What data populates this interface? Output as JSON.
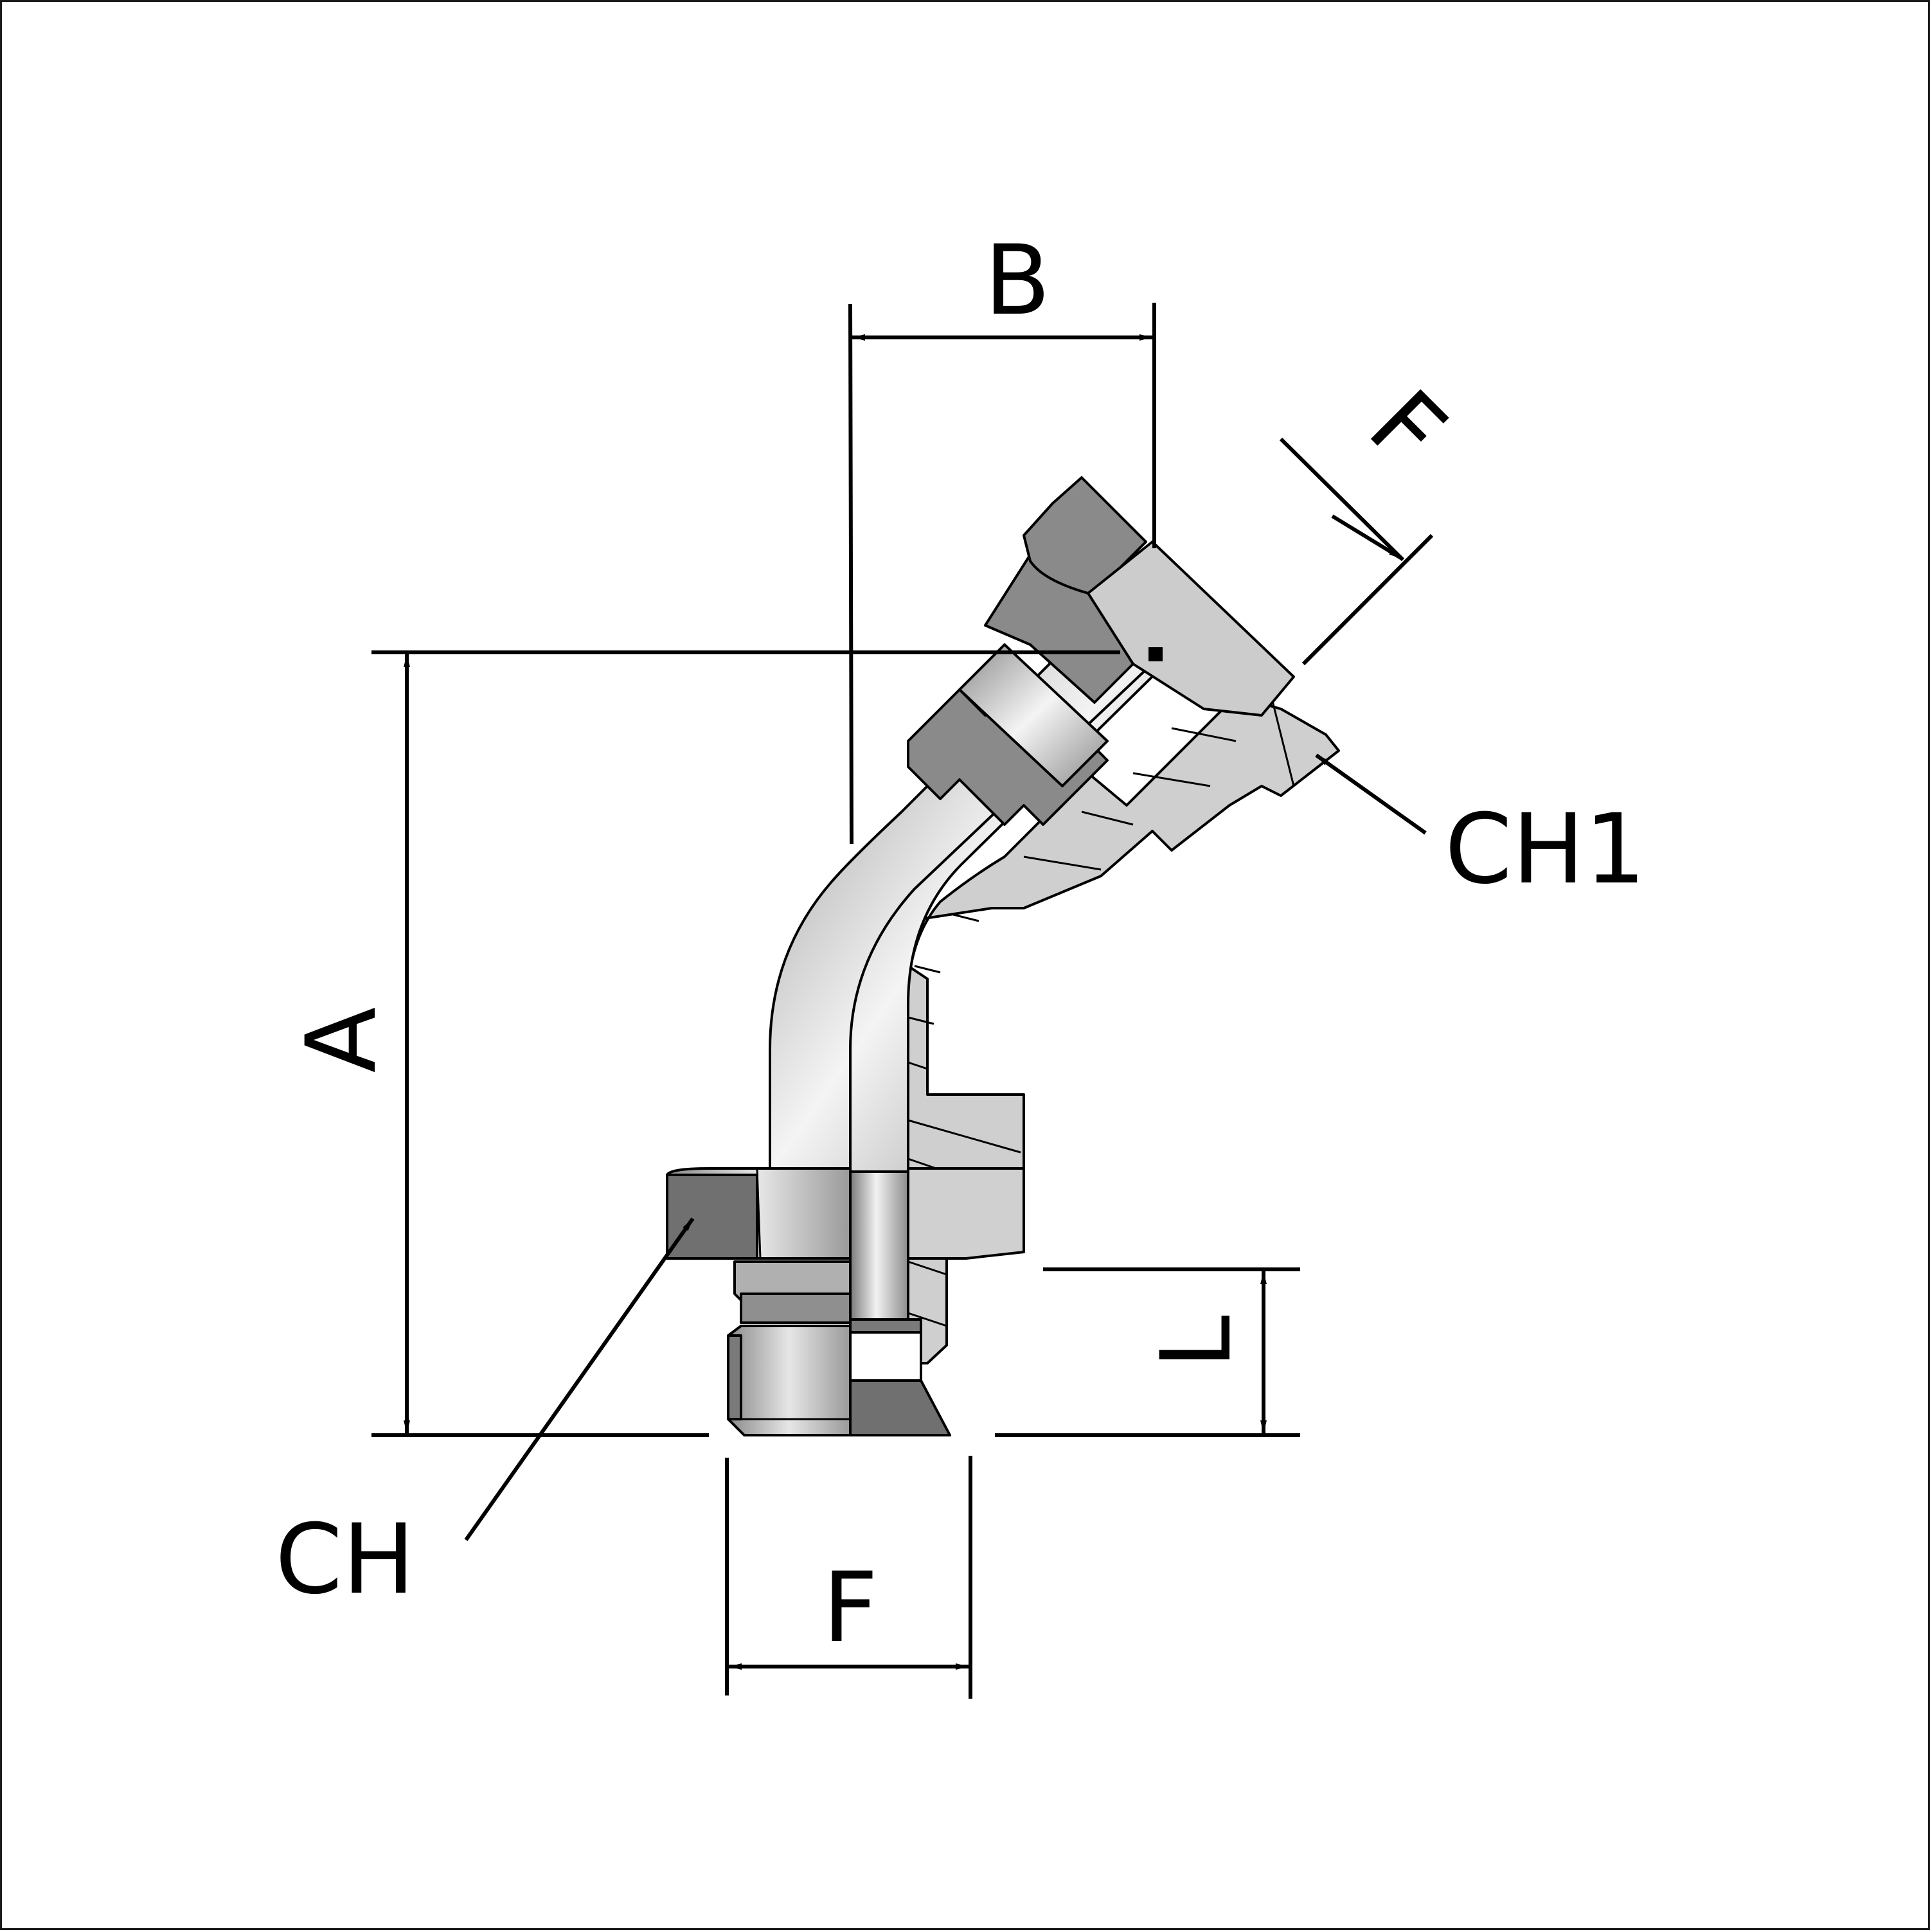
{
  "labels": {
    "A": "A",
    "B": "B",
    "F_top": "F",
    "F_bottom": "F",
    "L": "L",
    "CH": "CH",
    "CH1": "CH1"
  },
  "colors": {
    "outline": "#000000",
    "steel_light": "#d9d9d9",
    "steel_mid": "#bdbdbd",
    "steel_dark": "#8a8a8a",
    "steel_darker": "#707070",
    "background": "#ffffff",
    "frame": "#1a1a1a"
  }
}
